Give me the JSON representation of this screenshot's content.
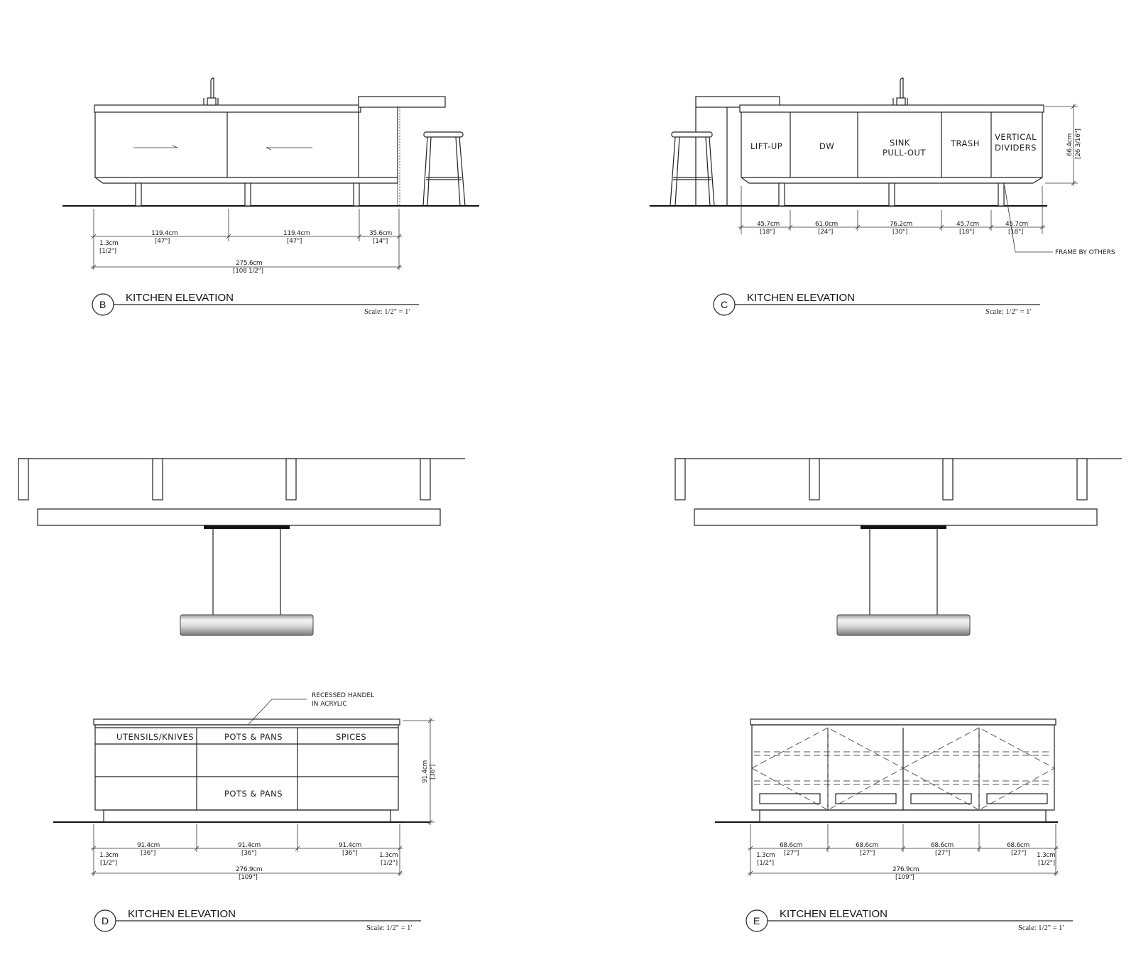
{
  "views": {
    "b": {
      "tag": "B",
      "title": "KITCHEN ELEVATION",
      "scale": "Scale: 1/2\" = 1'",
      "dims": [
        {
          "cm": "1.3cm",
          "in": "[1/2\"]"
        },
        {
          "cm": "119.4cm",
          "in": "[47\"]"
        },
        {
          "cm": "119.4cm",
          "in": "[47\"]"
        },
        {
          "cm": "35.6cm",
          "in": "[14\"]"
        }
      ],
      "overall": {
        "cm": "275.6cm",
        "in": "[108 1/2\"]"
      }
    },
    "c": {
      "tag": "C",
      "title": "KITCHEN ELEVATION",
      "scale": "Scale: 1/2\" = 1'",
      "panels": [
        "LIFT-UP",
        "DW",
        "SINK",
        "PULL-OUT",
        "TRASH",
        "VERTICAL",
        "DIVIDERS"
      ],
      "dims": [
        {
          "cm": "45.7cm",
          "in": "[18\"]"
        },
        {
          "cm": "61.0cm",
          "in": "[24\"]"
        },
        {
          "cm": "76.2cm",
          "in": "[30\"]"
        },
        {
          "cm": "45.7cm",
          "in": "[18\"]"
        },
        {
          "cm": "45.7cm",
          "in": "[18\"]"
        }
      ],
      "height": {
        "cm": "66.4cm",
        "in": "[26 3/16\"]"
      },
      "note": "FRAME BY OTHERS"
    },
    "d": {
      "tag": "D",
      "title": "KITCHEN ELEVATION",
      "scale": "Scale: 1/2\" = 1'",
      "drawers": [
        "UTENSILS/KNIVES",
        "POTS & PANS",
        "SPICES",
        "POTS & PANS"
      ],
      "note_line1": "RECESSED HANDEL",
      "note_line2": "IN ACRYLIC",
      "height": {
        "cm": "91.4cm",
        "in": "[36\"]"
      },
      "dims": [
        {
          "cm": "1.3cm",
          "in": "[1/2\"]"
        },
        {
          "cm": "91.4cm",
          "in": "[36\"]"
        },
        {
          "cm": "91.4cm",
          "in": "[36\"]"
        },
        {
          "cm": "91.4cm",
          "in": "[36\"]"
        },
        {
          "cm": "1.3cm",
          "in": "[1/2\"]"
        }
      ],
      "overall": {
        "cm": "276.9cm",
        "in": "[109\"]"
      }
    },
    "e": {
      "tag": "E",
      "title": "KITCHEN ELEVATION",
      "scale": "Scale: 1/2\" = 1'",
      "dims": [
        {
          "cm": "1.3cm",
          "in": "[1/2\"]"
        },
        {
          "cm": "68.6cm",
          "in": "[27\"]"
        },
        {
          "cm": "68.6cm",
          "in": "[27\"]"
        },
        {
          "cm": "68.6cm",
          "in": "[27\"]"
        },
        {
          "cm": "68.6cm",
          "in": "[27\"]"
        },
        {
          "cm": "1.3cm",
          "in": "[1/2\"]"
        }
      ],
      "overall": {
        "cm": "276.9cm",
        "in": "[109\"]"
      }
    }
  }
}
